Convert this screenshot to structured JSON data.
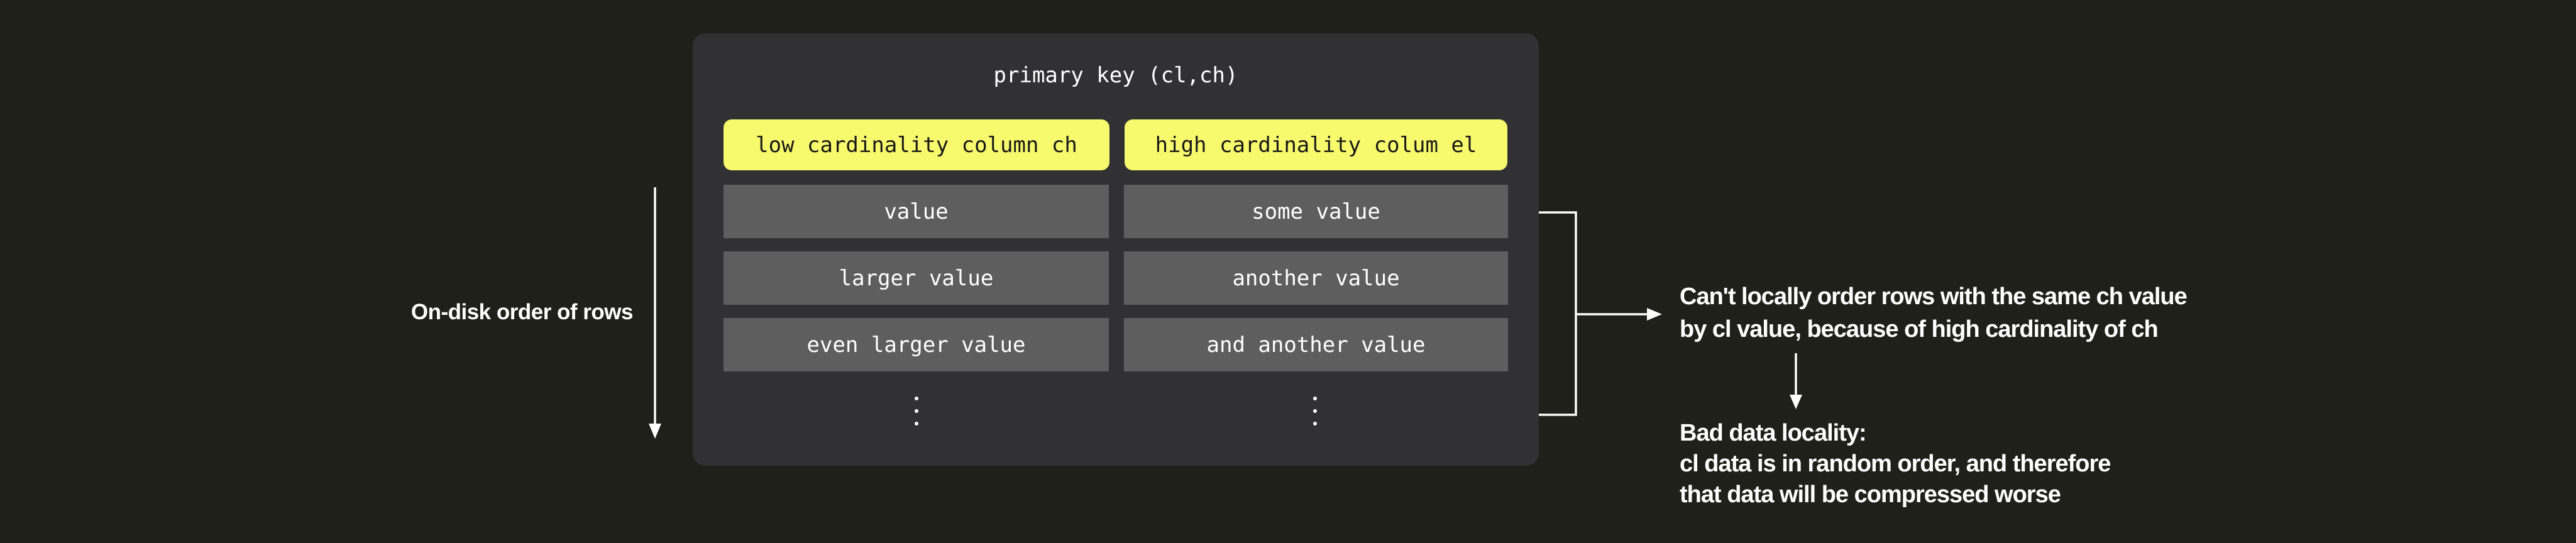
{
  "left_label": "On-disk order of rows",
  "panel": {
    "title": "primary key (cl,ch)",
    "columns": [
      {
        "header": "low cardinality column ch",
        "values": [
          "value",
          "larger value",
          "even larger value"
        ]
      },
      {
        "header": "high cardinality colum el",
        "values": [
          "some value",
          "another value",
          "and another value"
        ]
      }
    ]
  },
  "annotations": {
    "note1_line1": "Can't locally order rows with the same ch value",
    "note1_line2": "by cl value, because of high cardinality of ch",
    "note2_line1": "Bad data locality:",
    "note2_line2": "cl data is in random order, and therefore",
    "note2_line3": "that data will be compressed worse"
  },
  "colors": {
    "background": "#1f201a",
    "panel": "#313133",
    "cell": "#5e5e5e",
    "header_bg": "#f8fa6d",
    "header_text": "#181818",
    "text": "#ffffff",
    "line": "#ffffff"
  }
}
